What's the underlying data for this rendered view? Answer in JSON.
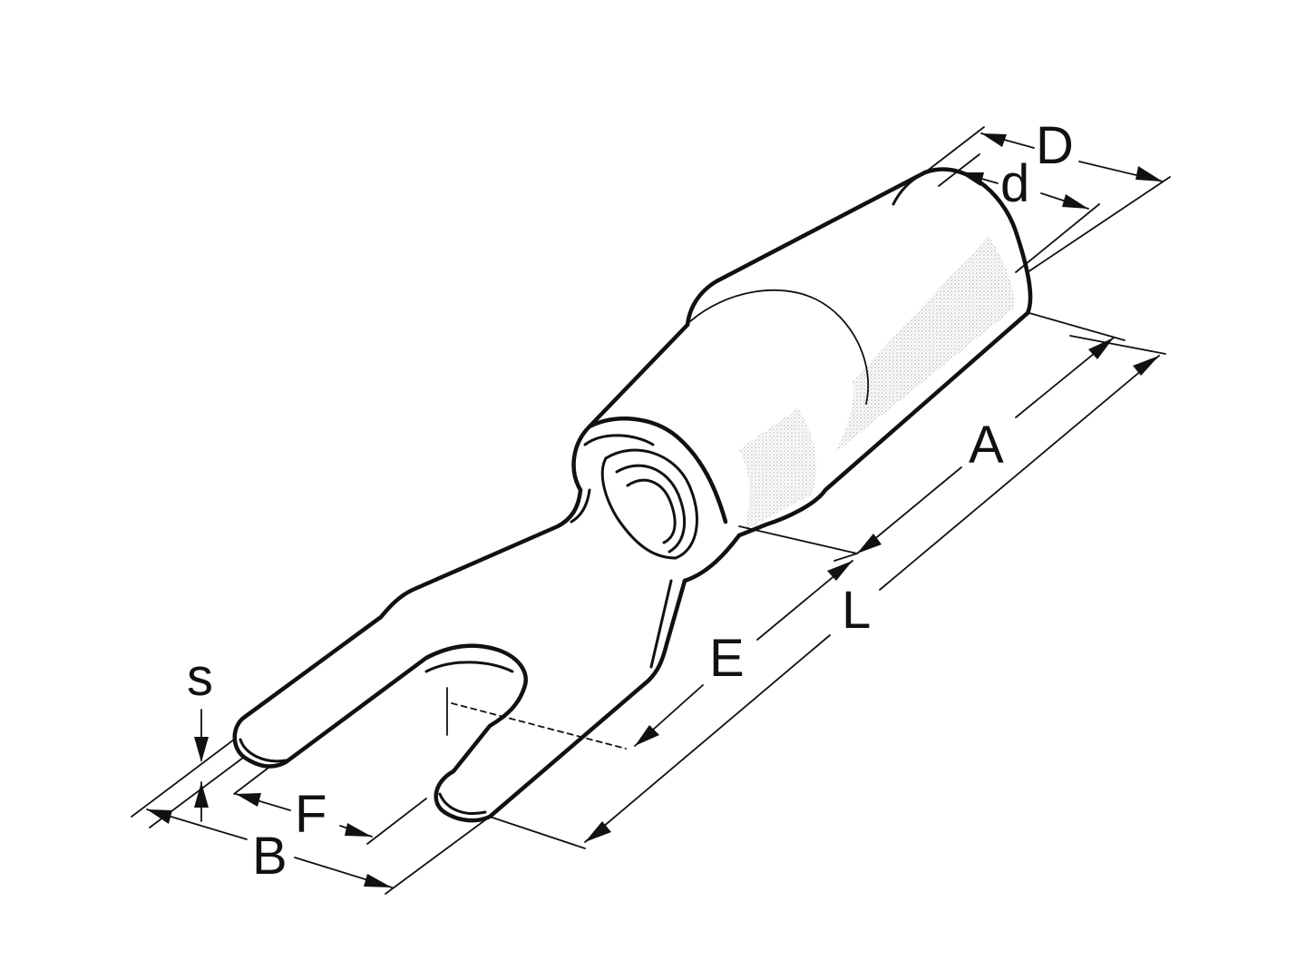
{
  "diagram": {
    "labels": {
      "D": "D",
      "d": "d",
      "A": "A",
      "L": "L",
      "E": "E",
      "s": "s",
      "F": "F",
      "B": "B"
    },
    "colors": {
      "line": "#111111",
      "background": "#ffffff",
      "stipple": "#555555"
    }
  }
}
